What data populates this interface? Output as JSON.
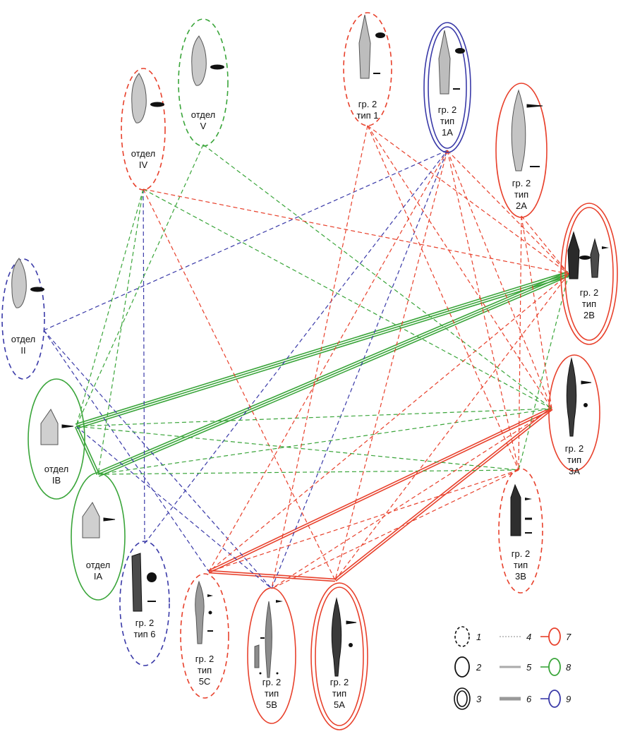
{
  "colors": {
    "red": "#e8412c",
    "green": "#3aa53a",
    "blue": "#3a3aa8",
    "ink": "#111111",
    "artifact": "#555555"
  },
  "nodes": [
    {
      "id": "IV",
      "lines": [
        "отдел",
        "IV"
      ],
      "color": "red",
      "style": "dashed"
    },
    {
      "id": "V",
      "lines": [
        "отдел",
        "V"
      ],
      "color": "green",
      "style": "dashed"
    },
    {
      "id": "g2t1",
      "lines": [
        "гр. 2",
        "тип 1"
      ],
      "color": "red",
      "style": "dashed"
    },
    {
      "id": "g2t1A",
      "lines": [
        "гр. 2",
        "тип",
        "1А"
      ],
      "color": "blue",
      "style": "double"
    },
    {
      "id": "g2t2A",
      "lines": [
        "гр. 2",
        "тип",
        "2А"
      ],
      "color": "red",
      "style": "solid"
    },
    {
      "id": "g2t2B",
      "lines": [
        "гр. 2",
        "тип",
        "2В"
      ],
      "color": "red",
      "style": "double"
    },
    {
      "id": "II",
      "lines": [
        "отдел",
        "II"
      ],
      "color": "blue",
      "style": "dashed"
    },
    {
      "id": "IB",
      "lines": [
        "отдел",
        "IB"
      ],
      "color": "green",
      "style": "solid"
    },
    {
      "id": "g2t3A",
      "lines": [
        "гр. 2",
        "тип",
        "3А"
      ],
      "color": "red",
      "style": "solid"
    },
    {
      "id": "IA",
      "lines": [
        "отдел",
        "IA"
      ],
      "color": "green",
      "style": "solid"
    },
    {
      "id": "g2t3B",
      "lines": [
        "гр. 2",
        "тип",
        "3В"
      ],
      "color": "red",
      "style": "dashed"
    },
    {
      "id": "g2t6",
      "lines": [
        "гр. 2",
        "тип 6"
      ],
      "color": "blue",
      "style": "dashed"
    },
    {
      "id": "g2t5C",
      "lines": [
        "гр. 2",
        "тип",
        "5С"
      ],
      "color": "red",
      "style": "dashed"
    },
    {
      "id": "g2t5B",
      "lines": [
        "гр. 2",
        "тип",
        "5В"
      ],
      "color": "red",
      "style": "solid"
    },
    {
      "id": "g2t5A",
      "lines": [
        "гр. 2",
        "тип",
        "5А"
      ],
      "color": "red",
      "style": "double"
    }
  ],
  "edges": [
    {
      "from": "IB",
      "to": "g2t2B",
      "color": "green",
      "weight": "triple"
    },
    {
      "from": "IA",
      "to": "g2t2B",
      "color": "green",
      "weight": "triple"
    },
    {
      "from": "g2t5A",
      "to": "g2t3A",
      "color": "red",
      "weight": "double"
    },
    {
      "from": "g2t5C",
      "to": "g2t3A",
      "color": "red",
      "weight": "double"
    },
    {
      "from": "g2t5C",
      "to": "g2t5A",
      "color": "red",
      "weight": "double"
    },
    {
      "from": "IB",
      "to": "IA",
      "color": "green",
      "weight": "double"
    },
    {
      "from": "II",
      "to": "g2t1A",
      "color": "blue",
      "weight": "thin"
    },
    {
      "from": "II",
      "to": "g2t5C",
      "color": "blue",
      "weight": "thin"
    },
    {
      "from": "II",
      "to": "g2t5B",
      "color": "blue",
      "weight": "thin"
    },
    {
      "from": "IV",
      "to": "g2t6",
      "color": "blue",
      "weight": "thin"
    },
    {
      "from": "g2t6",
      "to": "g2t1A",
      "color": "blue",
      "weight": "thin"
    },
    {
      "from": "g2t5B",
      "to": "g2t1A",
      "color": "blue",
      "weight": "thin"
    },
    {
      "from": "IB",
      "to": "g2t5B",
      "color": "blue",
      "weight": "thin"
    },
    {
      "from": "IV",
      "to": "IB",
      "color": "green",
      "weight": "thin"
    },
    {
      "from": "IV",
      "to": "IA",
      "color": "green",
      "weight": "thin"
    },
    {
      "from": "V",
      "to": "IB",
      "color": "green",
      "weight": "thin"
    },
    {
      "from": "V",
      "to": "g2t3A",
      "color": "green",
      "weight": "thin"
    },
    {
      "from": "IV",
      "to": "g2t3A",
      "color": "green",
      "weight": "thin"
    },
    {
      "from": "IV",
      "to": "g2t2B",
      "color": "red",
      "weight": "thin"
    },
    {
      "from": "IV",
      "to": "g2t5A",
      "color": "red",
      "weight": "thin"
    },
    {
      "from": "IB",
      "to": "g2t3A",
      "color": "green",
      "weight": "thin"
    },
    {
      "from": "IB",
      "to": "g2t3B",
      "color": "green",
      "weight": "thin"
    },
    {
      "from": "IA",
      "to": "g2t3B",
      "color": "green",
      "weight": "thin"
    },
    {
      "from": "IA",
      "to": "g2t3A",
      "color": "green",
      "weight": "thin"
    },
    {
      "from": "g2t2B",
      "to": "g2t3B",
      "color": "green",
      "weight": "thin"
    },
    {
      "from": "g2t1",
      "to": "g2t2B",
      "color": "red",
      "weight": "thin"
    },
    {
      "from": "g2t1",
      "to": "g2t3A",
      "color": "red",
      "weight": "thin"
    },
    {
      "from": "g2t1",
      "to": "g2t3B",
      "color": "red",
      "weight": "thin"
    },
    {
      "from": "g2t1A",
      "to": "g2t3A",
      "color": "red",
      "weight": "thin"
    },
    {
      "from": "g2t1A",
      "to": "g2t3B",
      "color": "red",
      "weight": "thin"
    },
    {
      "from": "g2t1A",
      "to": "g2t5A",
      "color": "red",
      "weight": "thin"
    },
    {
      "from": "g2t1A",
      "to": "g2t5C",
      "color": "red",
      "weight": "thin"
    },
    {
      "from": "g2t1A",
      "to": "g2t2B",
      "color": "red",
      "weight": "thin"
    },
    {
      "from": "g2t1",
      "to": "g2t5B",
      "color": "red",
      "weight": "thin"
    },
    {
      "from": "g2t2A",
      "to": "g2t3A",
      "color": "red",
      "weight": "thin"
    },
    {
      "from": "g2t2A",
      "to": "g2t3B",
      "color": "red",
      "weight": "thin"
    },
    {
      "from": "g2t2A",
      "to": "g2t2B",
      "color": "red",
      "weight": "thin"
    },
    {
      "from": "g2t2B",
      "to": "g2t5C",
      "color": "red",
      "weight": "thin"
    },
    {
      "from": "g2t2B",
      "to": "g2t5A",
      "color": "red",
      "weight": "thin"
    },
    {
      "from": "g2t3A",
      "to": "g2t5B",
      "color": "red",
      "weight": "thin"
    },
    {
      "from": "g2t3B",
      "to": "g2t5C",
      "color": "red",
      "weight": "thin"
    },
    {
      "from": "g2t3B",
      "to": "g2t5B",
      "color": "red",
      "weight": "thin"
    }
  ],
  "legend": [
    {
      "number": "1",
      "kind": "ellipse-dashed"
    },
    {
      "number": "2",
      "kind": "ellipse-solid"
    },
    {
      "number": "3",
      "kind": "ellipse-double"
    },
    {
      "number": "4",
      "kind": "line-dotted"
    },
    {
      "number": "5",
      "kind": "line-medium"
    },
    {
      "number": "6",
      "kind": "line-thick"
    },
    {
      "number": "7",
      "kind": "color-red"
    },
    {
      "number": "8",
      "kind": "color-green"
    },
    {
      "number": "9",
      "kind": "color-blue"
    }
  ]
}
